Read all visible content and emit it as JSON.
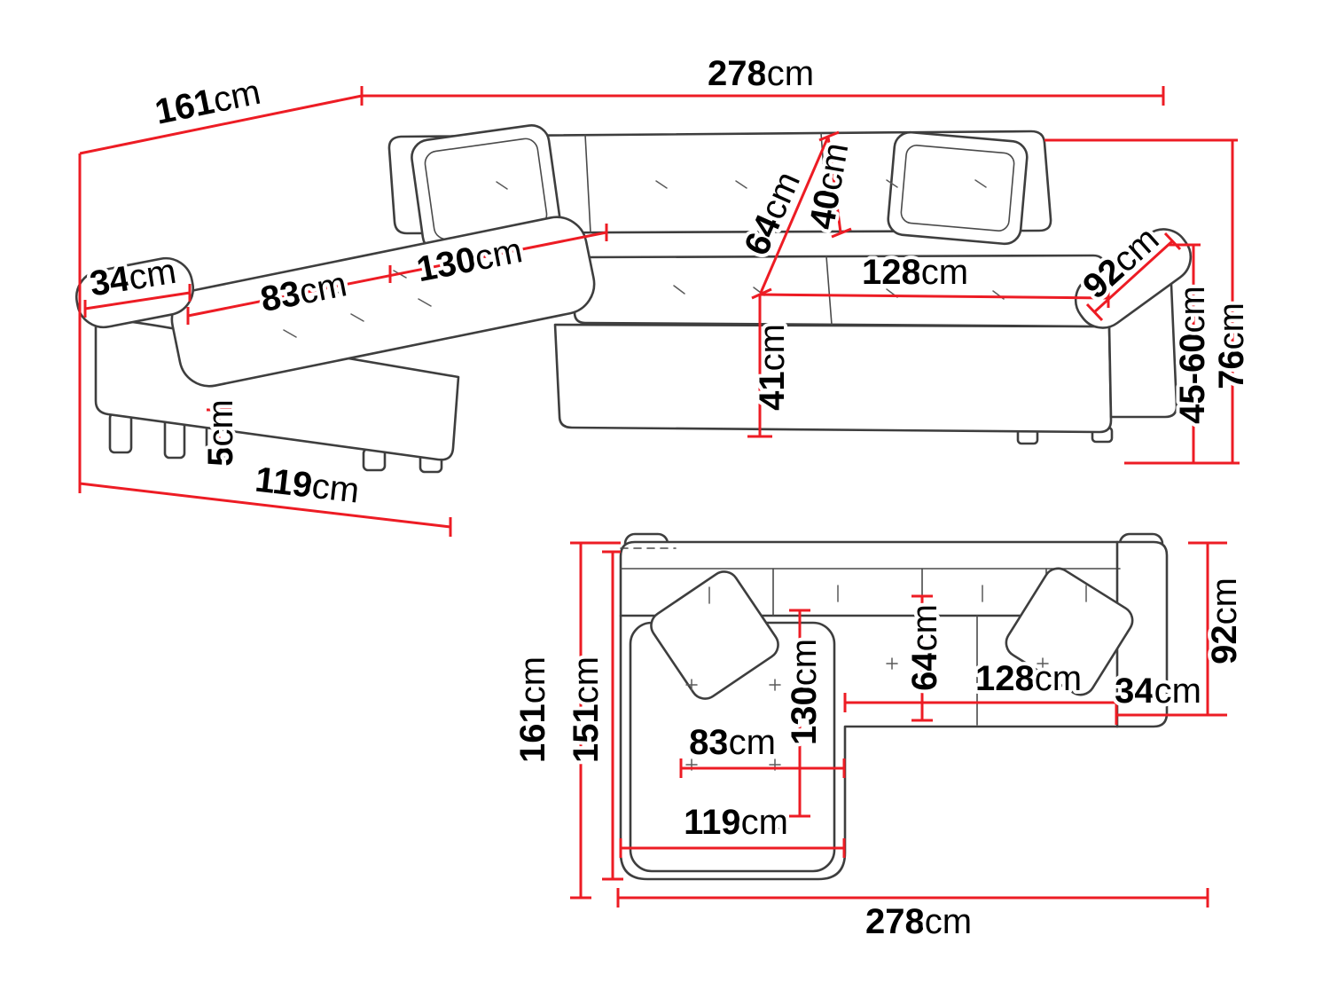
{
  "diagram": {
    "unit": "cm",
    "colors": {
      "dimension_line": "#ed1c24",
      "outline": "#3e3e3e",
      "text": "#000000",
      "background": "#ffffff"
    },
    "perspective_view": {
      "total_width": "278",
      "total_depth": "161",
      "armrest_width": "34",
      "chaise_seat_width": "83",
      "chaise_seat_length": "130",
      "seat_depth": "64",
      "backrest_height": "40",
      "seat_width": "128",
      "armrest_depth": "92",
      "total_height": "76",
      "armrest_height_range": "45-60",
      "seat_height": "41",
      "leg_height": "5",
      "chaise_front_length": "119"
    },
    "plan_view": {
      "total_depth": "161",
      "inner_depth": "151",
      "chaise_seat_length": "130",
      "seat_depth": "64",
      "seat_width": "128",
      "armrest_width": "34",
      "chaise_seat_width": "83",
      "chaise_front_length": "119",
      "total_width": "278",
      "armrest_depth": "92"
    }
  }
}
